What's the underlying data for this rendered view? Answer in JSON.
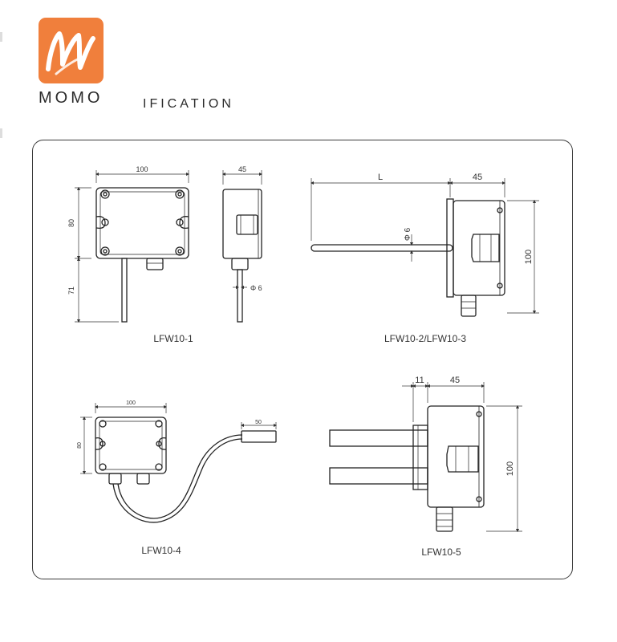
{
  "header": {
    "logo_text": "MOMO",
    "title": "IFICATION",
    "brand_color": "#f07f3c"
  },
  "diagram": {
    "lfw10_1": {
      "caption": "LFW10-1",
      "front_width": "100",
      "front_height": "80",
      "probe_length": "71",
      "side_width": "45",
      "probe_diameter": "Φ 6"
    },
    "lfw10_2": {
      "caption": "LFW10-2/LFW10-3",
      "length": "L",
      "width": "45",
      "height": "100",
      "diameter": "Φ 6"
    },
    "lfw10_4": {
      "caption": "LFW10-4",
      "width": "100",
      "height": "80",
      "sensor_width": "50"
    },
    "lfw10_5": {
      "caption": "LFW10-5",
      "flange": "11",
      "width": "45",
      "height": "100"
    }
  }
}
